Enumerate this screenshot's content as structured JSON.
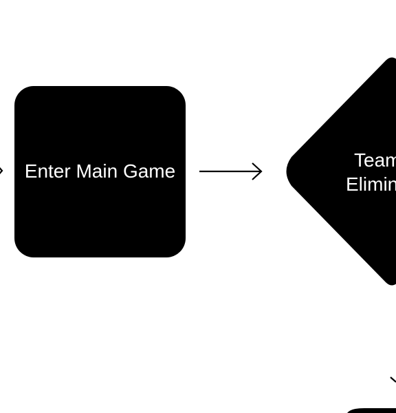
{
  "nodes": {
    "enter_main_game": {
      "label": "Enter Main Game"
    },
    "team_eliminated": {
      "label_line1": "Team",
      "label_line2": "Eliminated"
    }
  },
  "colors": {
    "node_fill": "#000000",
    "node_text": "#ffffff",
    "arrow": "#000000",
    "background": "#ffffff"
  }
}
